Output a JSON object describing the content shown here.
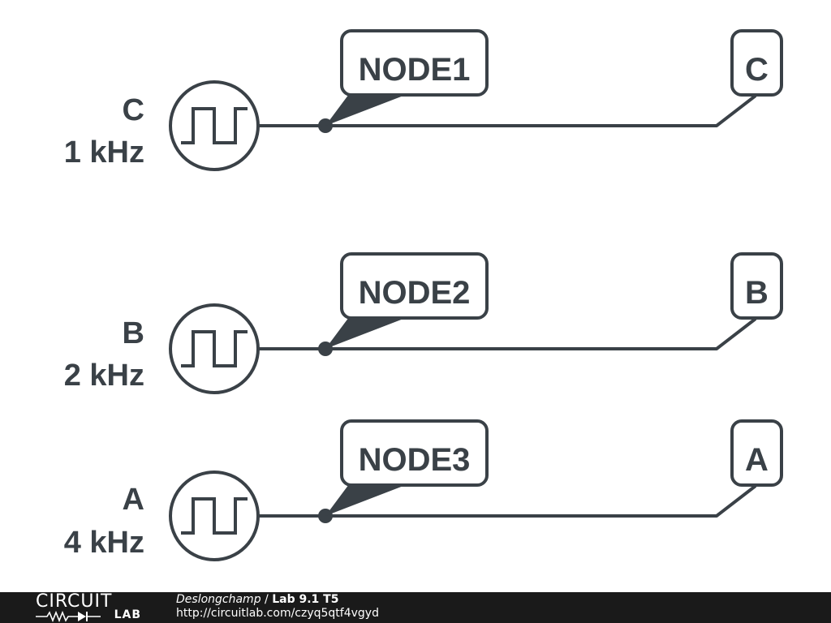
{
  "sources": [
    {
      "name": "C",
      "frequency": "1 kHz",
      "node_label": "NODE1",
      "output_label": "C"
    },
    {
      "name": "B",
      "frequency": "2 kHz",
      "node_label": "NODE2",
      "output_label": "B"
    },
    {
      "name": "A",
      "frequency": "4 kHz",
      "node_label": "NODE3",
      "output_label": "A"
    }
  ],
  "colors": {
    "stroke": "#3a4147",
    "footer_bg": "#1a1a1a",
    "footer_text": "#ffffff"
  },
  "footer": {
    "brand_top": "CIRCUIT",
    "brand_bottom": "LAB",
    "author": "Deslongchamp",
    "separator": " / ",
    "title": "Lab 9.1 T5",
    "url": "http://circuitlab.com/czyq5qtf4vgyd"
  }
}
